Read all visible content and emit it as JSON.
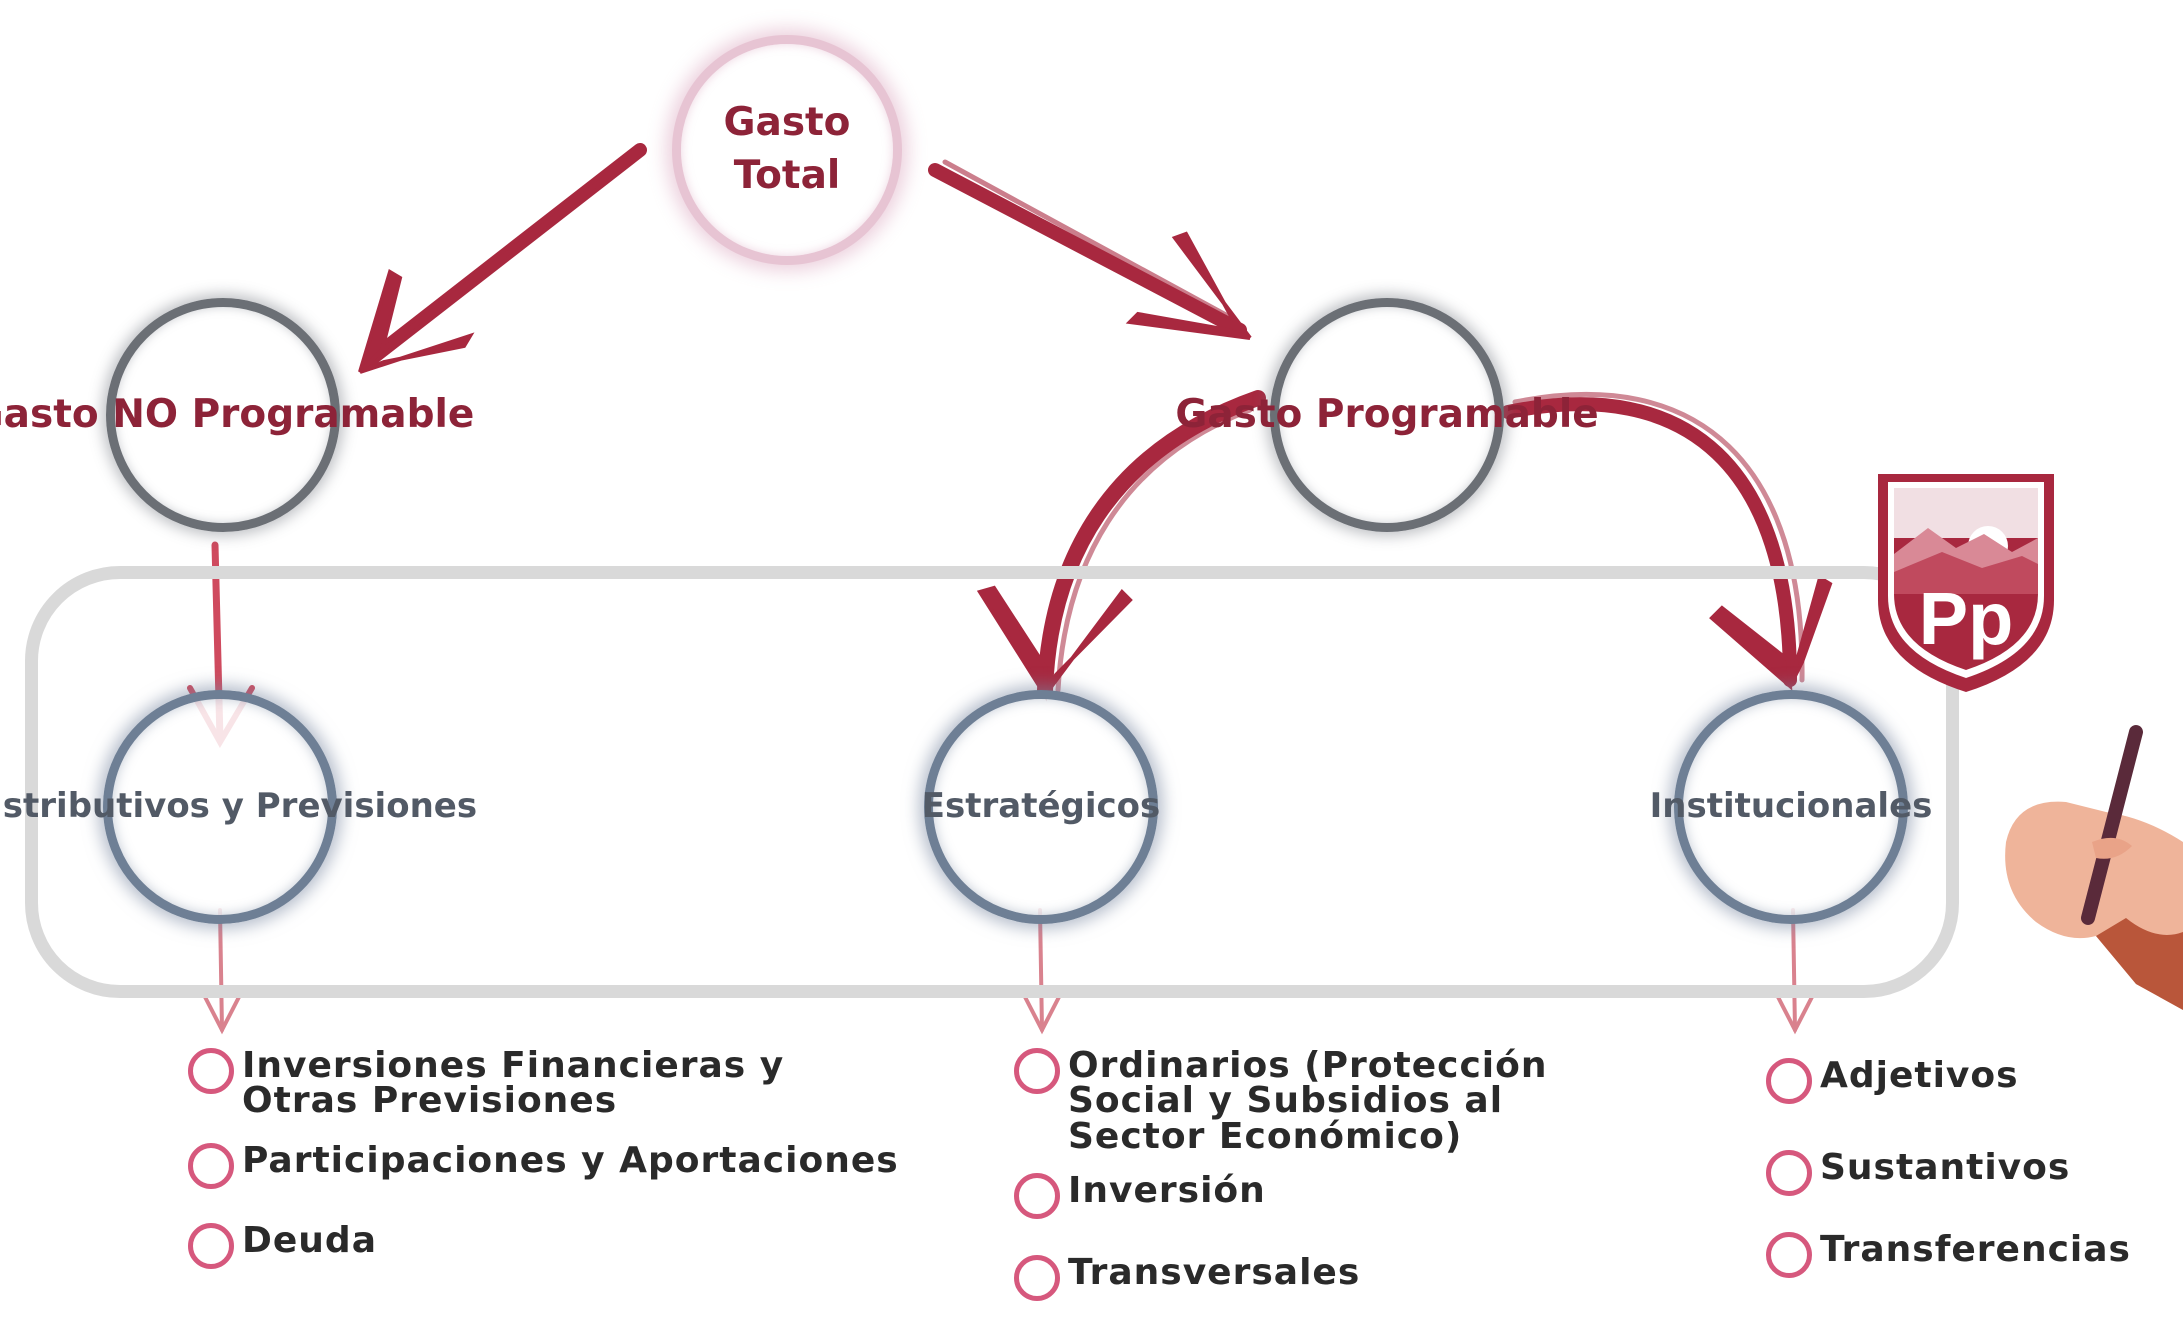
{
  "colors": {
    "arrow": "#a8283f",
    "thin_arrow": "#d9828e",
    "top_node_ring": "#e7c4d3",
    "mid_node_ring": "#6b6f75",
    "low_node_ring": "#6e7f95",
    "bullet": "#d6587d",
    "group_border": "#d9d9d9",
    "title_text": "#8d2338"
  },
  "nodes": {
    "total": "Gasto\nTotal",
    "no_programable": "Gasto NO\nProgramable",
    "programable": "Gasto\nProgramable",
    "distributivos": "Distributivos y\nPrevisiones",
    "estrategicos": "Estratégicos",
    "institucionales": "Institucionales"
  },
  "lists": {
    "distributivos": [
      "Inversiones Financieras y\nOtras Previsiones",
      "Participaciones y Aportaciones",
      "Deuda"
    ],
    "estrategicos": [
      "Ordinarios (Protección\nSocial y Subsidios al\nSector Económico)",
      "Inversión",
      "Transversales"
    ],
    "institucionales": [
      "Adjetivos",
      "Sustantivos",
      "Transferencias"
    ]
  },
  "logo": {
    "text": "Pp",
    "icon": "shield-logo-icon"
  },
  "decoration": {
    "icon": "hand-holding-pen-icon"
  }
}
